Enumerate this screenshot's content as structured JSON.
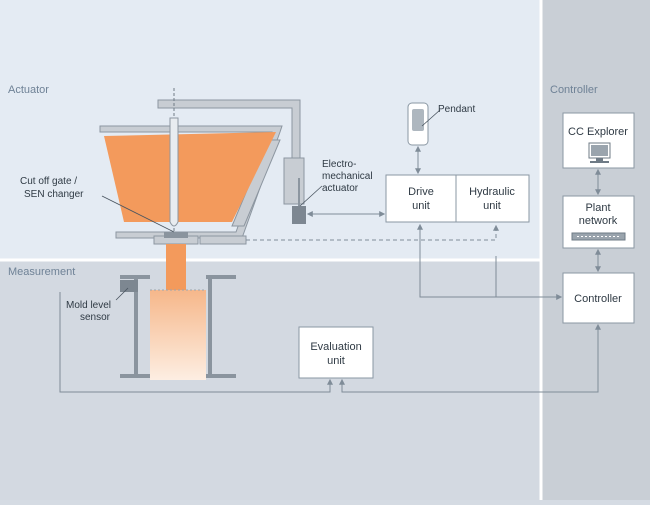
{
  "zones": {
    "actuator": "Actuator",
    "measurement": "Measurement",
    "controller": "Controller"
  },
  "labels": {
    "cut_off_gate_1": "Cut off gate /",
    "cut_off_gate_2": "SEN changer",
    "electro_1": "Electro-",
    "electro_2": "mechanical",
    "electro_3": "actuator",
    "pendant": "Pendant",
    "mold_level_1": "Mold level",
    "mold_level_2": "sensor"
  },
  "boxes": {
    "drive_1": "Drive",
    "drive_2": "unit",
    "hydraulic_1": "Hydraulic",
    "hydraulic_2": "unit",
    "evaluation_1": "Evaluation",
    "evaluation_2": "unit",
    "controller": "Controller",
    "cc_explorer": "CC Explorer",
    "plant_1": "Plant",
    "plant_2": "network"
  },
  "colors": {
    "actuator_zone": "#e4ebf3",
    "measurement_zone": "#d3d9e1",
    "controller_zone": "#c9cfd6",
    "steel": "#f39a5c",
    "steel_glow": "#fde0c8",
    "arrow": "#7f8c98"
  }
}
